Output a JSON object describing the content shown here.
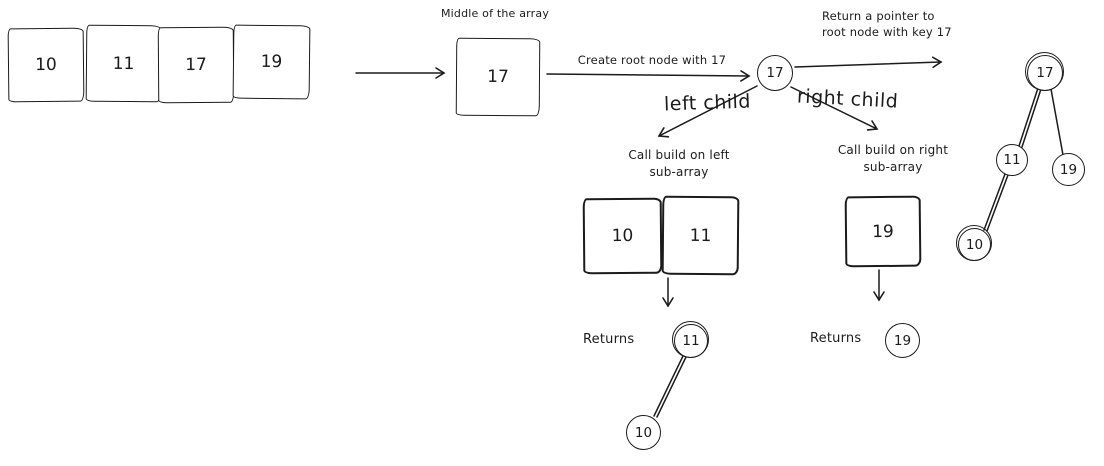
{
  "array": {
    "values": [
      "10",
      "11",
      "17",
      "19"
    ]
  },
  "middle_step": {
    "caption": "Middle of the array",
    "value": "17"
  },
  "root_step": {
    "create_label": "Create root node with 17",
    "value": "17",
    "return_label": "Return a pointer to\nroot node with key 17"
  },
  "left_branch": {
    "edge_label": "left child",
    "call_label": "Call build on left\nsub-array",
    "subarray": [
      "10",
      "11"
    ],
    "returns_label": "Returns",
    "result_root": "11",
    "result_child": "10"
  },
  "right_branch": {
    "edge_label": "right child",
    "call_label": "Call build on right\nsub-array",
    "subarray": [
      "19"
    ],
    "returns_label": "Returns",
    "result_root": "19"
  },
  "final_tree": {
    "root": "17",
    "left_child": "11",
    "right_child": "19",
    "leftmost": "10"
  },
  "colors": {
    "ink": "#1b1b1b",
    "background": "#ffffff"
  }
}
